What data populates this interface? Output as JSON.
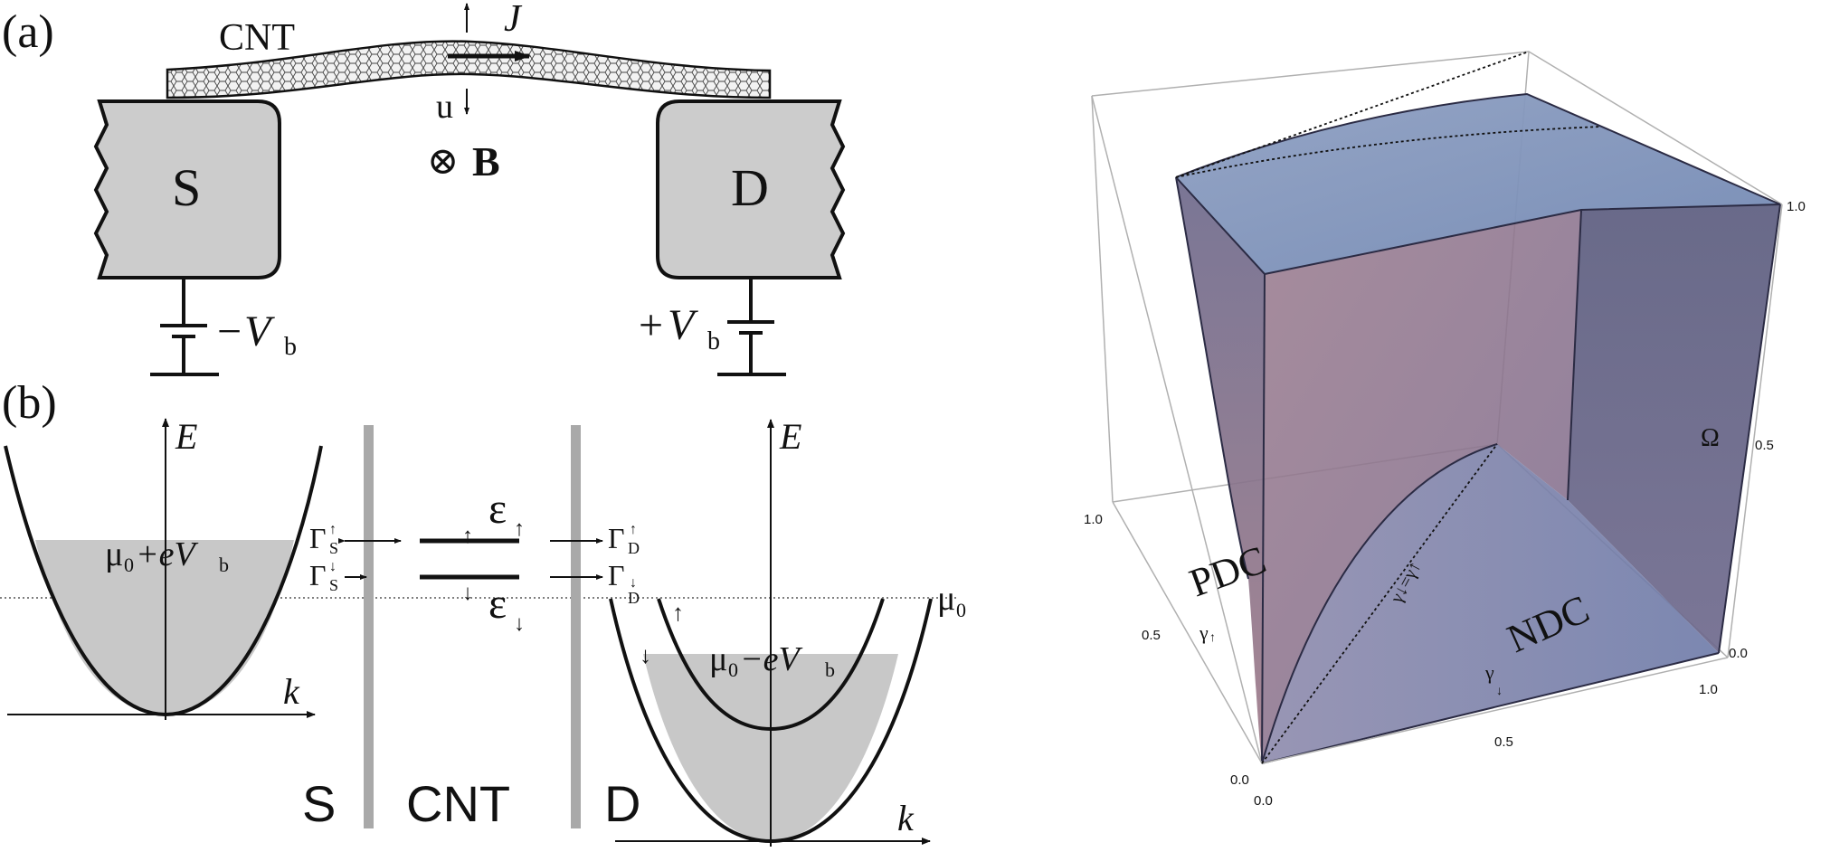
{
  "panel_a": {
    "label": "(a)",
    "cnt_label": "CNT",
    "current_label": "J",
    "displacement_label": "u",
    "field_symbol": "⊗",
    "field_label": "B",
    "source_label": "S",
    "drain_label": "D",
    "source_bias_sign": "−",
    "drain_bias_sign": "+",
    "bias_symbol": "V",
    "bias_subscript": "b"
  },
  "panel_b": {
    "label": "(b)",
    "energy_axis": "E",
    "momentum_axis": "k",
    "source_level_mu": "μ",
    "source_level_sub": "0",
    "source_level_rest": "+eV",
    "source_level_rest_sub": "b",
    "drain_level_mu": "μ",
    "drain_level_sub": "0",
    "drain_level_rest": "−eV",
    "drain_level_rest_sub": "b",
    "mu0": "μ",
    "mu0_sub": "0",
    "gamma_s": "Γ",
    "gamma_s_sub": "S",
    "gamma_d": "Γ",
    "gamma_d_sub": "D",
    "eps_up": "ε",
    "eps_down": "ε",
    "spin_up": "↑",
    "spin_down": "↓",
    "region_source": "S",
    "region_cnt": "CNT",
    "region_drain": "D"
  },
  "panel_3d": {
    "axis_omega": "Ω",
    "axis_gamma_up": "γ",
    "axis_gamma_down": "γ",
    "diagonal_label": "γ↓=γ↑",
    "region_pdc": "PDC",
    "region_ndc": "NDC",
    "ticks_omega": [
      "0.0",
      "0.5",
      "1.0"
    ],
    "ticks_gamma_up": [
      "0.0",
      "0.5",
      "1.0"
    ],
    "ticks_gamma_down": [
      "0.0",
      "0.5",
      "1.0"
    ]
  }
}
